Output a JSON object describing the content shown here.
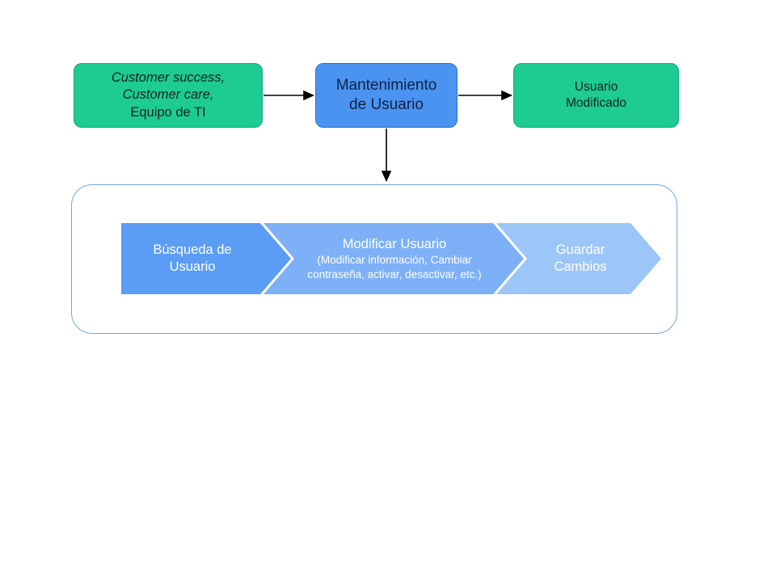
{
  "diagram": {
    "title_visible": false,
    "colors": {
      "green_node": "#1ecb93",
      "green_node_border": "#12a87a",
      "blue_node": "#4a93f0",
      "blue_node_border": "#2f6fc4",
      "panel_border": "#6fa8dc",
      "chevron_1": "#5b9cf5",
      "chevron_2": "#7db0f7",
      "chevron_3": "#9cc6f8",
      "arrow": "#000000",
      "background": "#ffffff"
    },
    "nodes": {
      "source": {
        "lines": [
          "Customer success,",
          "Customer care,",
          "Equipo de TI"
        ]
      },
      "process": {
        "lines": [
          "Mantenimiento",
          "de Usuario"
        ]
      },
      "result": {
        "lines": [
          "Usuario",
          "Modificado"
        ]
      }
    },
    "connectors": [
      {
        "name": "source-to-process",
        "direction": "right"
      },
      {
        "name": "process-to-result",
        "direction": "right"
      },
      {
        "name": "process-to-detail-panel",
        "direction": "down"
      }
    ],
    "detail_panel": {
      "steps": [
        {
          "name": "busqueda-de-usuario",
          "lines": [
            "Búsqueda de",
            "Usuario"
          ]
        },
        {
          "name": "modificar-usuario",
          "title": "Modificar Usuario",
          "lines": [
            "(Modificar información, Cambiar",
            "contraseña, activar, desactivar, etc.)"
          ]
        },
        {
          "name": "guardar-cambios",
          "lines": [
            "Guardar",
            "Cambios"
          ]
        }
      ]
    }
  }
}
